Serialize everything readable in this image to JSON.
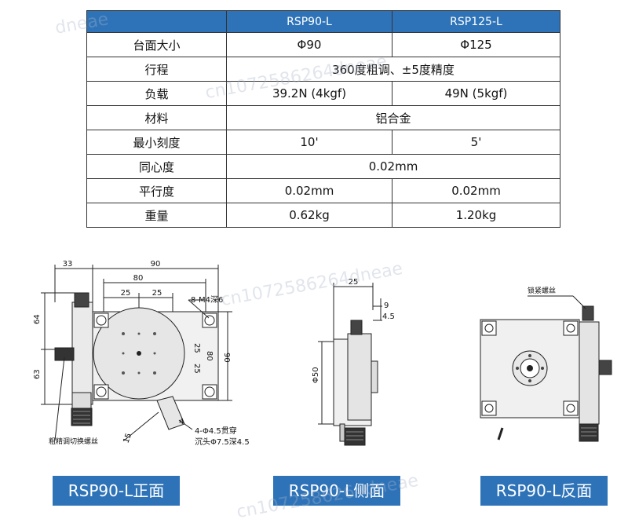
{
  "table": {
    "header": [
      "",
      "RSP90-L",
      "RSP125-L"
    ],
    "rows": [
      {
        "label": "台面大小",
        "a": "Φ90",
        "b": "Φ125"
      },
      {
        "label": "行程",
        "merged": "360度粗调、±5度精度"
      },
      {
        "label": "负载",
        "a": "39.2N (4kgf)",
        "b": "49N (5kgf)"
      },
      {
        "label": "材料",
        "merged": "铝合金"
      },
      {
        "label": "最小刻度",
        "a": "10'",
        "b": "5'"
      },
      {
        "label": "同心度",
        "merged": "0.02mm"
      },
      {
        "label": "平行度",
        "a": "0.02mm",
        "b": "0.02mm"
      },
      {
        "label": "重量",
        "a": "0.62kg",
        "b": "1.20kg"
      }
    ]
  },
  "front": {
    "dims": {
      "d33": "33",
      "d90": "90",
      "d80": "80",
      "d25a": "25",
      "d25b": "25",
      "d64": "64",
      "d63": "63",
      "r25a": "25",
      "r80": "80",
      "r25b": "25",
      "r90": "90",
      "d15": "15",
      "d4": "4"
    },
    "callouts": {
      "holes": "8-M4深6",
      "thru1": "4-Φ4.5贯穿",
      "thru2": "沉头Φ7.5深4.5",
      "screw": "粗精调切换螺丝"
    }
  },
  "side": {
    "dims": {
      "d25": "25",
      "d9": "9",
      "d45": "4.5",
      "phi50": "Φ50"
    }
  },
  "back": {
    "callouts": {
      "lock": "锁紧螺丝"
    }
  },
  "captions": {
    "front": "RSP90-L正面",
    "side": "RSP90-L侧面",
    "back": "RSP90-L反面"
  },
  "watermarks": [
    "cn1072586264dneae",
    "cn1072586264dneae",
    "cn1072586264dneae",
    "dneae"
  ],
  "colors": {
    "header_bg": "#2e73b8",
    "caption_bg": "#2e73b8"
  }
}
